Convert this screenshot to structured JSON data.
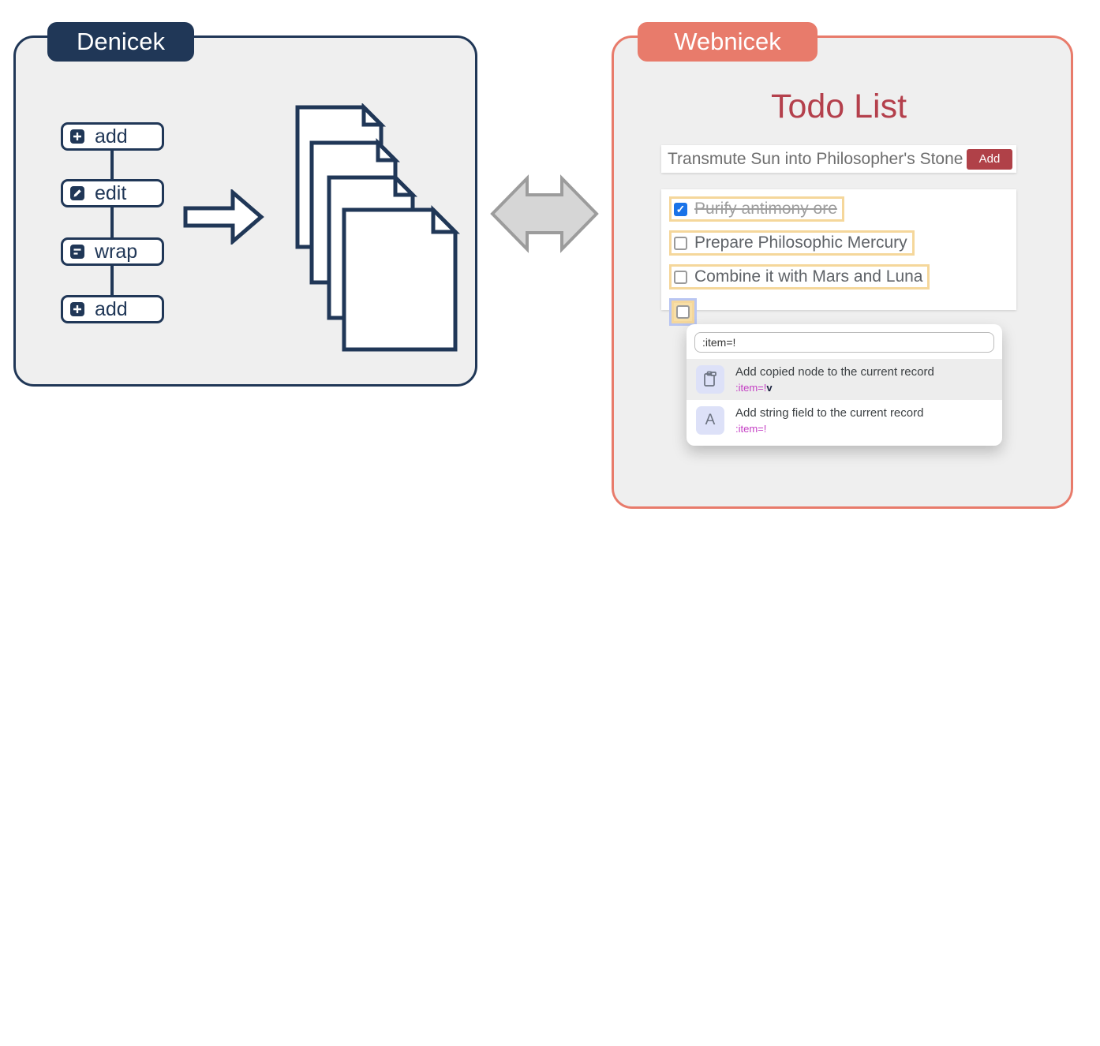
{
  "left_panel": {
    "label": "Denicek",
    "operations": [
      {
        "name": "add",
        "icon": "plus-icon"
      },
      {
        "name": "edit",
        "icon": "pencil-icon"
      },
      {
        "name": "wrap",
        "icon": "wrap-icon"
      },
      {
        "name": "add",
        "icon": "plus-icon"
      }
    ],
    "document_stack_count": 4
  },
  "right_panel": {
    "label": "Webnicek",
    "app": {
      "title": "Todo List",
      "new_todo_input": "Transmute Sun into Philosopher's Stone",
      "add_button": "Add",
      "todos": [
        {
          "text": "Purify antimony ore",
          "checked": true,
          "strikethrough": true
        },
        {
          "text": "Prepare Philosophic Mercury",
          "checked": false,
          "strikethrough": false
        },
        {
          "text": "Combine it with Mars and Luna",
          "checked": false,
          "strikethrough": false
        },
        {
          "text": "",
          "checked": false,
          "strikethrough": false,
          "selected": true
        }
      ],
      "autocomplete": {
        "query": ":item=!",
        "options": [
          {
            "icon": "clipboard-icon",
            "icon_label": "",
            "title": "Add copied node to the current record",
            "code": ":item=!",
            "code_suffix": "v",
            "highlighted": true
          },
          {
            "icon": "letter-a-icon",
            "icon_label": "A",
            "title": "Add string field to the current record",
            "code": ":item=!",
            "code_suffix": "",
            "highlighted": false
          }
        ]
      }
    }
  },
  "colors": {
    "navy": "#203757",
    "salmon": "#e87b6b",
    "panel_bg": "#efefef",
    "title_red": "#b4404c",
    "button_red": "#b04148",
    "checkbox_blue": "#1a73e8",
    "highlight_yellow": "#f5d79b",
    "highlight_blue": "#b9c6f2",
    "code_magenta": "#c43ec4",
    "arrow_gray_fill": "#d6d6d6",
    "arrow_gray_stroke": "#9c9c9c"
  }
}
